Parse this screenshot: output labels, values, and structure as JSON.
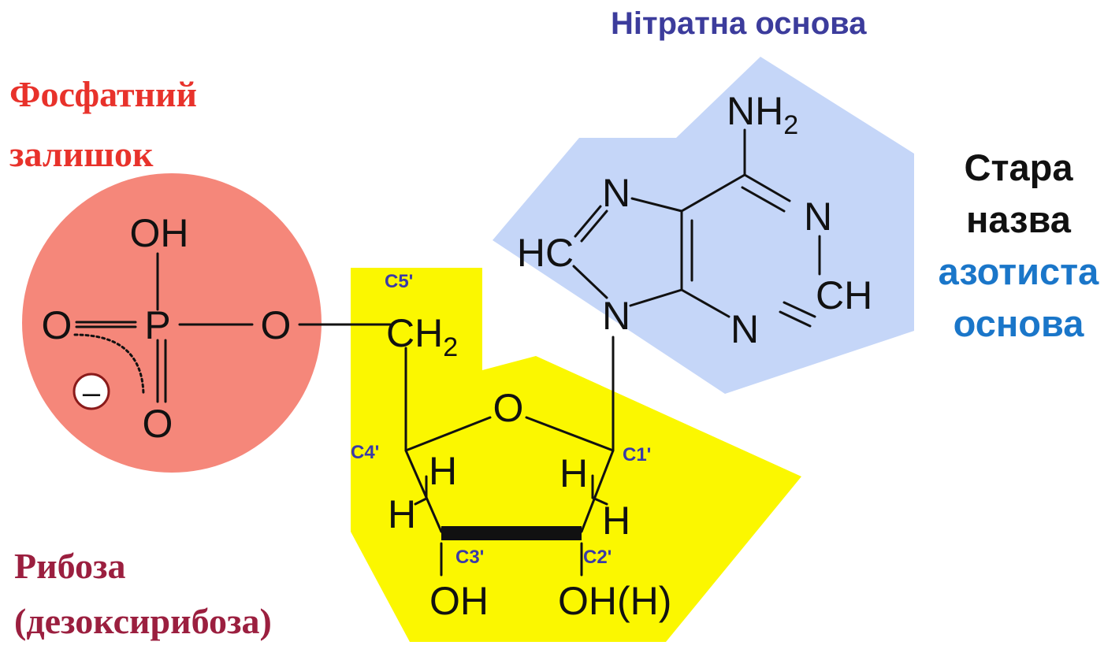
{
  "labels": {
    "phosphate": [
      "Фосфатний",
      "залишок"
    ],
    "ribose": [
      "Рибоза",
      "(дезоксирибоза)"
    ],
    "base": "Нітратна основа",
    "old_name": {
      "line1": "Стара",
      "line2": "назва",
      "line3": "азотиста",
      "line4": "основа"
    }
  },
  "atoms": {
    "oh_top": "OH",
    "o_left": "O",
    "p": "P",
    "o_right": "O",
    "o_bottom": "O",
    "minus": "–",
    "ch": "CH",
    "ch_sub": "2",
    "ring_o": "O",
    "h_c4_up": "H",
    "h_c4_down": "H",
    "h_c1_up": "H",
    "h_c1_down": "H",
    "oh_c3": "OH",
    "oh_c2": "OH(H)",
    "nh": "NH",
    "nh_sub": "2",
    "n7": "N",
    "hc8": "HC",
    "n9": "N",
    "n1": "N",
    "ch2_text": "CH",
    "n3": "N"
  },
  "carbons": {
    "c5": "C5'",
    "c4": "C4'",
    "c3": "C3'",
    "c2": "C2'",
    "c1": "C1'"
  },
  "colors": {
    "phosphate_fill": "#f5877a",
    "ribose_fill": "#fbf700",
    "base_fill": "#c5d6f8",
    "carbon_label": "#3a3aa8",
    "atom": "#111111"
  }
}
